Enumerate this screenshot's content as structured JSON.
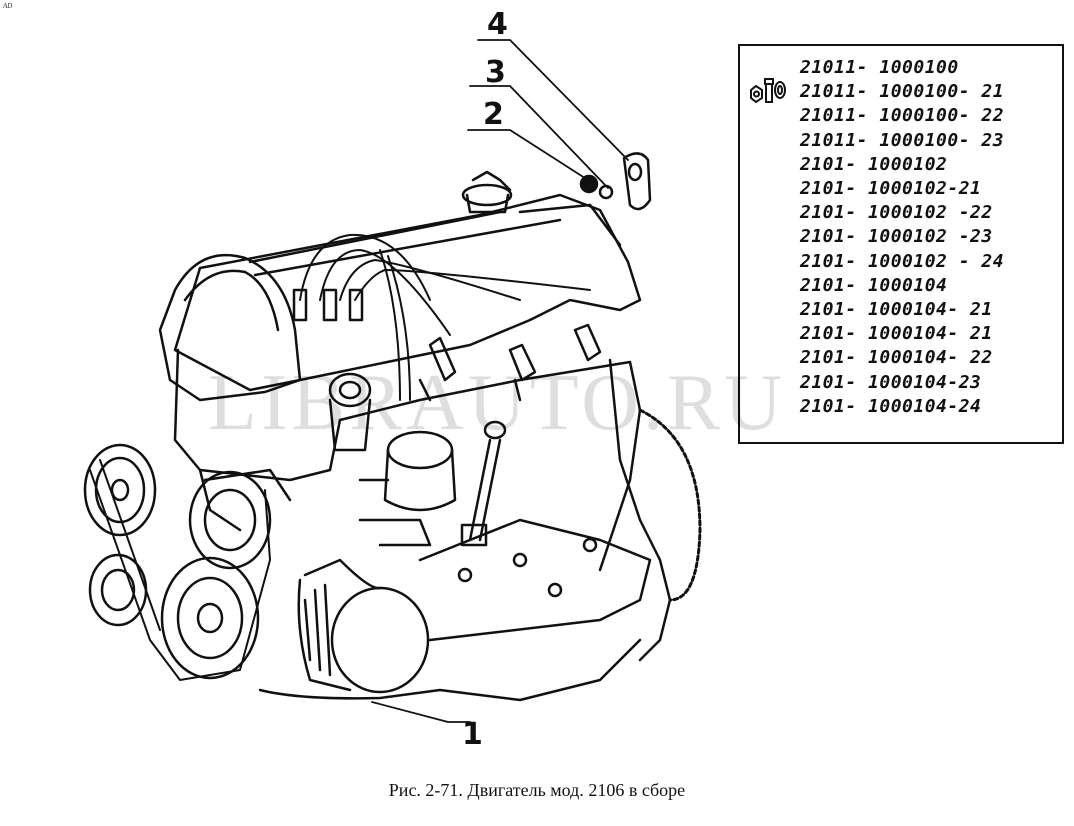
{
  "corner_mark": "AD",
  "callouts": {
    "c1": "1",
    "c2": "2",
    "c3": "3",
    "c4": "4"
  },
  "parts": [
    "21011- 1000100",
    "21011- 1000100- 21",
    "21011- 1000100- 22",
    "21011- 1000100- 23",
    "2101- 1000102",
    "2101- 1000102-21",
    "2101- 1000102 -22",
    "2101- 1000102 -23",
    "2101- 1000102 - 24",
    "2101- 1000104",
    "2101- 1000104- 21",
    "2101- 1000104- 21",
    "2101- 1000104- 22",
    "2101- 1000104-23",
    "2101- 1000104-24"
  ],
  "watermark": "LIBRAUTO.RU",
  "caption": "Рис. 2-71. Двигатель мод. 2106 в сборе",
  "icons": {
    "parts_box": "nut-bolt-washer-icon",
    "engine": "engine-illustration"
  }
}
